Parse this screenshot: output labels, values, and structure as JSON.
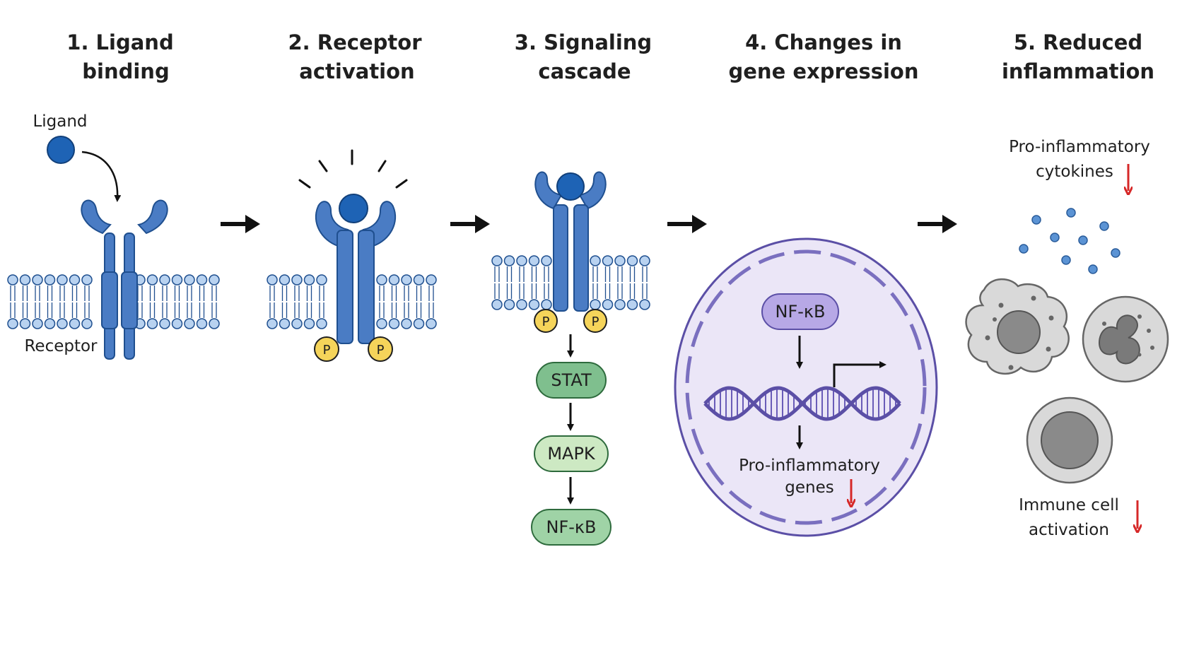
{
  "steps": [
    {
      "line1": "1. Ligand",
      "line2": "binding"
    },
    {
      "line1": "2. Receptor",
      "line2": "activation"
    },
    {
      "line1": "3. Signaling",
      "line2": "cascade"
    },
    {
      "line1": "4. Changes in",
      "line2": "gene expression"
    },
    {
      "line1": "5. Reduced",
      "line2": "inflammation"
    }
  ],
  "labels": {
    "ligand": "Ligand",
    "receptor": "Receptor",
    "phospho": "P",
    "cascade": [
      "STAT",
      "MAPK",
      "NF-κB"
    ],
    "nucleus_nfkb": "NF-κB",
    "genes_line1": "Pro-inflammatory",
    "genes_line2": "genes",
    "cytokines_line1": "Pro-inflammatory",
    "cytokines_line2": "cytokines",
    "immune_line1": "Immune cell",
    "immune_line2": "activation"
  },
  "colors": {
    "receptor_blue": "#4a7cc4",
    "ligand_blue": "#1e63b5",
    "membrane_head": "#b8d2f0",
    "phospho_yellow": "#f5d45a",
    "stat_green": "#7fbf8e",
    "mapk_green": "#cde9c3",
    "nfkb_green": "#9fd3a6",
    "nucleus_fill": "#ebe6f7",
    "nucleus_stroke": "#7a6fbf",
    "nfkb_purple": "#b7a8e6",
    "decrease_red": "#d62828"
  }
}
